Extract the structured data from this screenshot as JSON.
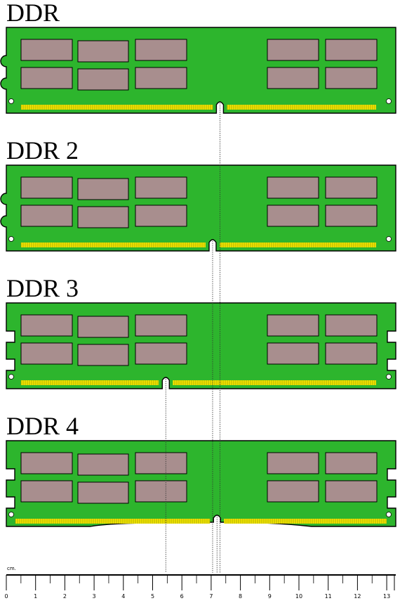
{
  "modules": [
    {
      "label": "DDR",
      "notch_cm": 7.3,
      "chip_color": "#a88e8e",
      "pcb_color": "#2db52d",
      "pin_color": "#f2e600",
      "side_notch": "round"
    },
    {
      "label": "DDR 2",
      "notch_cm": 7.05,
      "chip_color": "#a88e8e",
      "pcb_color": "#2db52d",
      "pin_color": "#f2e600",
      "side_notch": "round"
    },
    {
      "label": "DDR 3",
      "notch_cm": 5.45,
      "chip_color": "#a88e8e",
      "pcb_color": "#2db52d",
      "pin_color": "#f2e600",
      "side_notch": "square"
    },
    {
      "label": "DDR 4",
      "notch_cm": 7.2,
      "chip_color": "#a88e8e",
      "pcb_color": "#2db52d",
      "pin_color": "#f2e600",
      "side_notch": "square"
    }
  ],
  "ruler": {
    "unit": "cm.",
    "ticks": [
      "0",
      "1",
      "2",
      "3",
      "4",
      "5",
      "6",
      "7",
      "8",
      "9",
      "10",
      "11",
      "12",
      "13"
    ]
  }
}
